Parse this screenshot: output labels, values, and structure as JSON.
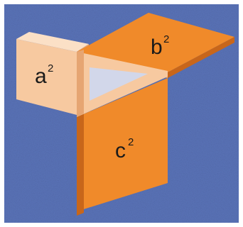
{
  "figure": {
    "labels": {
      "a": "a",
      "b": "b",
      "c": "c",
      "exponent": "2"
    },
    "colors": {
      "background": "#5a73b8",
      "frame": "#ffffff",
      "light_face": "#f7c9a0",
      "light_edge": "#e6a572",
      "orange_face": "#f08a2a",
      "orange_edge": "#c8661a",
      "triangle_hole": "#d2d7ea"
    }
  }
}
